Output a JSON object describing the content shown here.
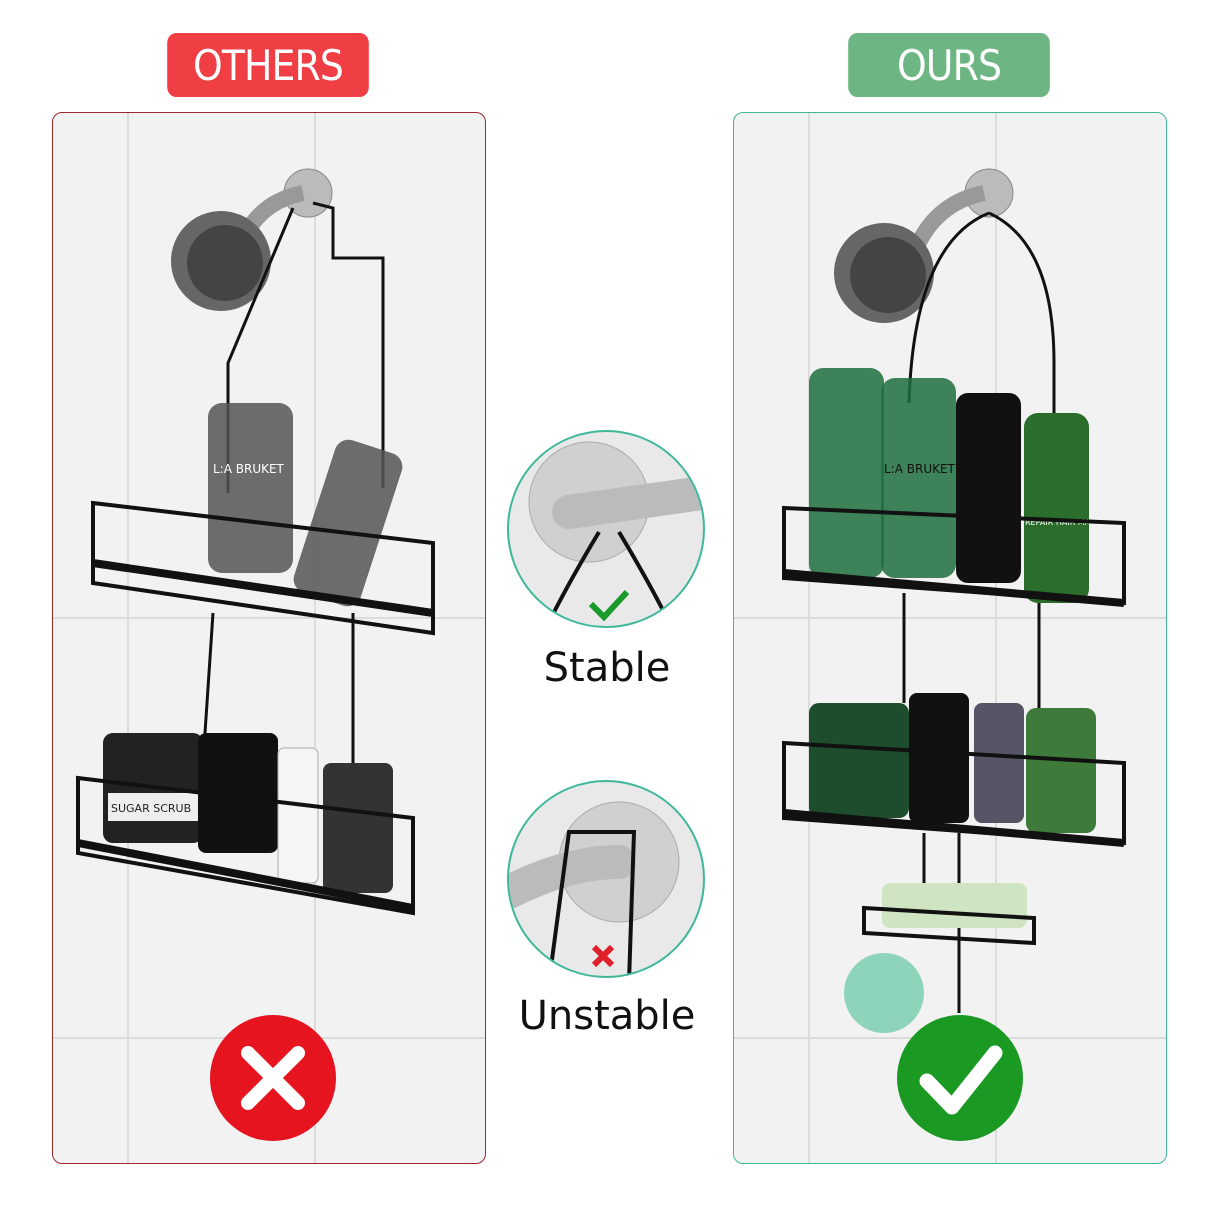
{
  "others": {
    "badge": "OTHERS",
    "color": "#ef3f45",
    "border": "#a3282b",
    "verdict_icon": "x-icon"
  },
  "ours": {
    "badge": "OURS",
    "color": "#6db583",
    "border": "#3fb89a",
    "verdict_icon": "check-icon"
  },
  "details": [
    {
      "label": "Stable",
      "mark_icon": "check-icon",
      "mark_color": "#1a9a2a"
    },
    {
      "label": "Unstable",
      "mark_icon": "x-icon",
      "mark_color": "#e0202a"
    }
  ],
  "product_lettering": [
    "L:A BRUKET",
    "L:A BRUKET",
    "SUGAR SCRUB",
    "REPAIR HAIR MASK"
  ]
}
